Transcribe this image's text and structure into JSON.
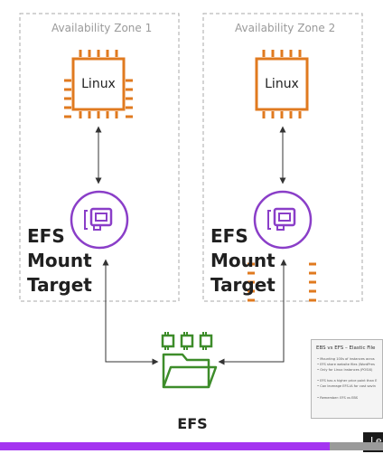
{
  "zones": [
    {
      "label": "Availability Zone 1",
      "instance_label": "Linux",
      "mount_target": [
        "EFS",
        "Mount",
        "Target"
      ]
    },
    {
      "label": "Availability Zone 2",
      "instance_label": "Linux",
      "mount_target": [
        "EFS",
        "Mount",
        "Target"
      ]
    }
  ],
  "efs": {
    "label": "EFS"
  },
  "icons": {
    "instance": "cpu-chip-icon",
    "mount_target": "network-interface-icon",
    "filesystem": "folder-icon"
  },
  "colors": {
    "chip": "#e07a1f",
    "mount_target": "#8a3ec8",
    "efs": "#3d8c2a",
    "progress": "#a435f0"
  },
  "thumbnail": {
    "title": "EBS vs EFS – Elastic File",
    "bullets": [
      "• Mounting 100s of instances acros",
      "• EFS share website files (WordPres",
      "• Only for Linux Instances (POSIX)",
      "• EFS has a higher price point than E",
      "• Can leverage EFS-IA for cost savin",
      "• Remember: EFS vs EBS"
    ],
    "learn_label": "Le"
  },
  "progress": {
    "fraction": 0.86
  }
}
